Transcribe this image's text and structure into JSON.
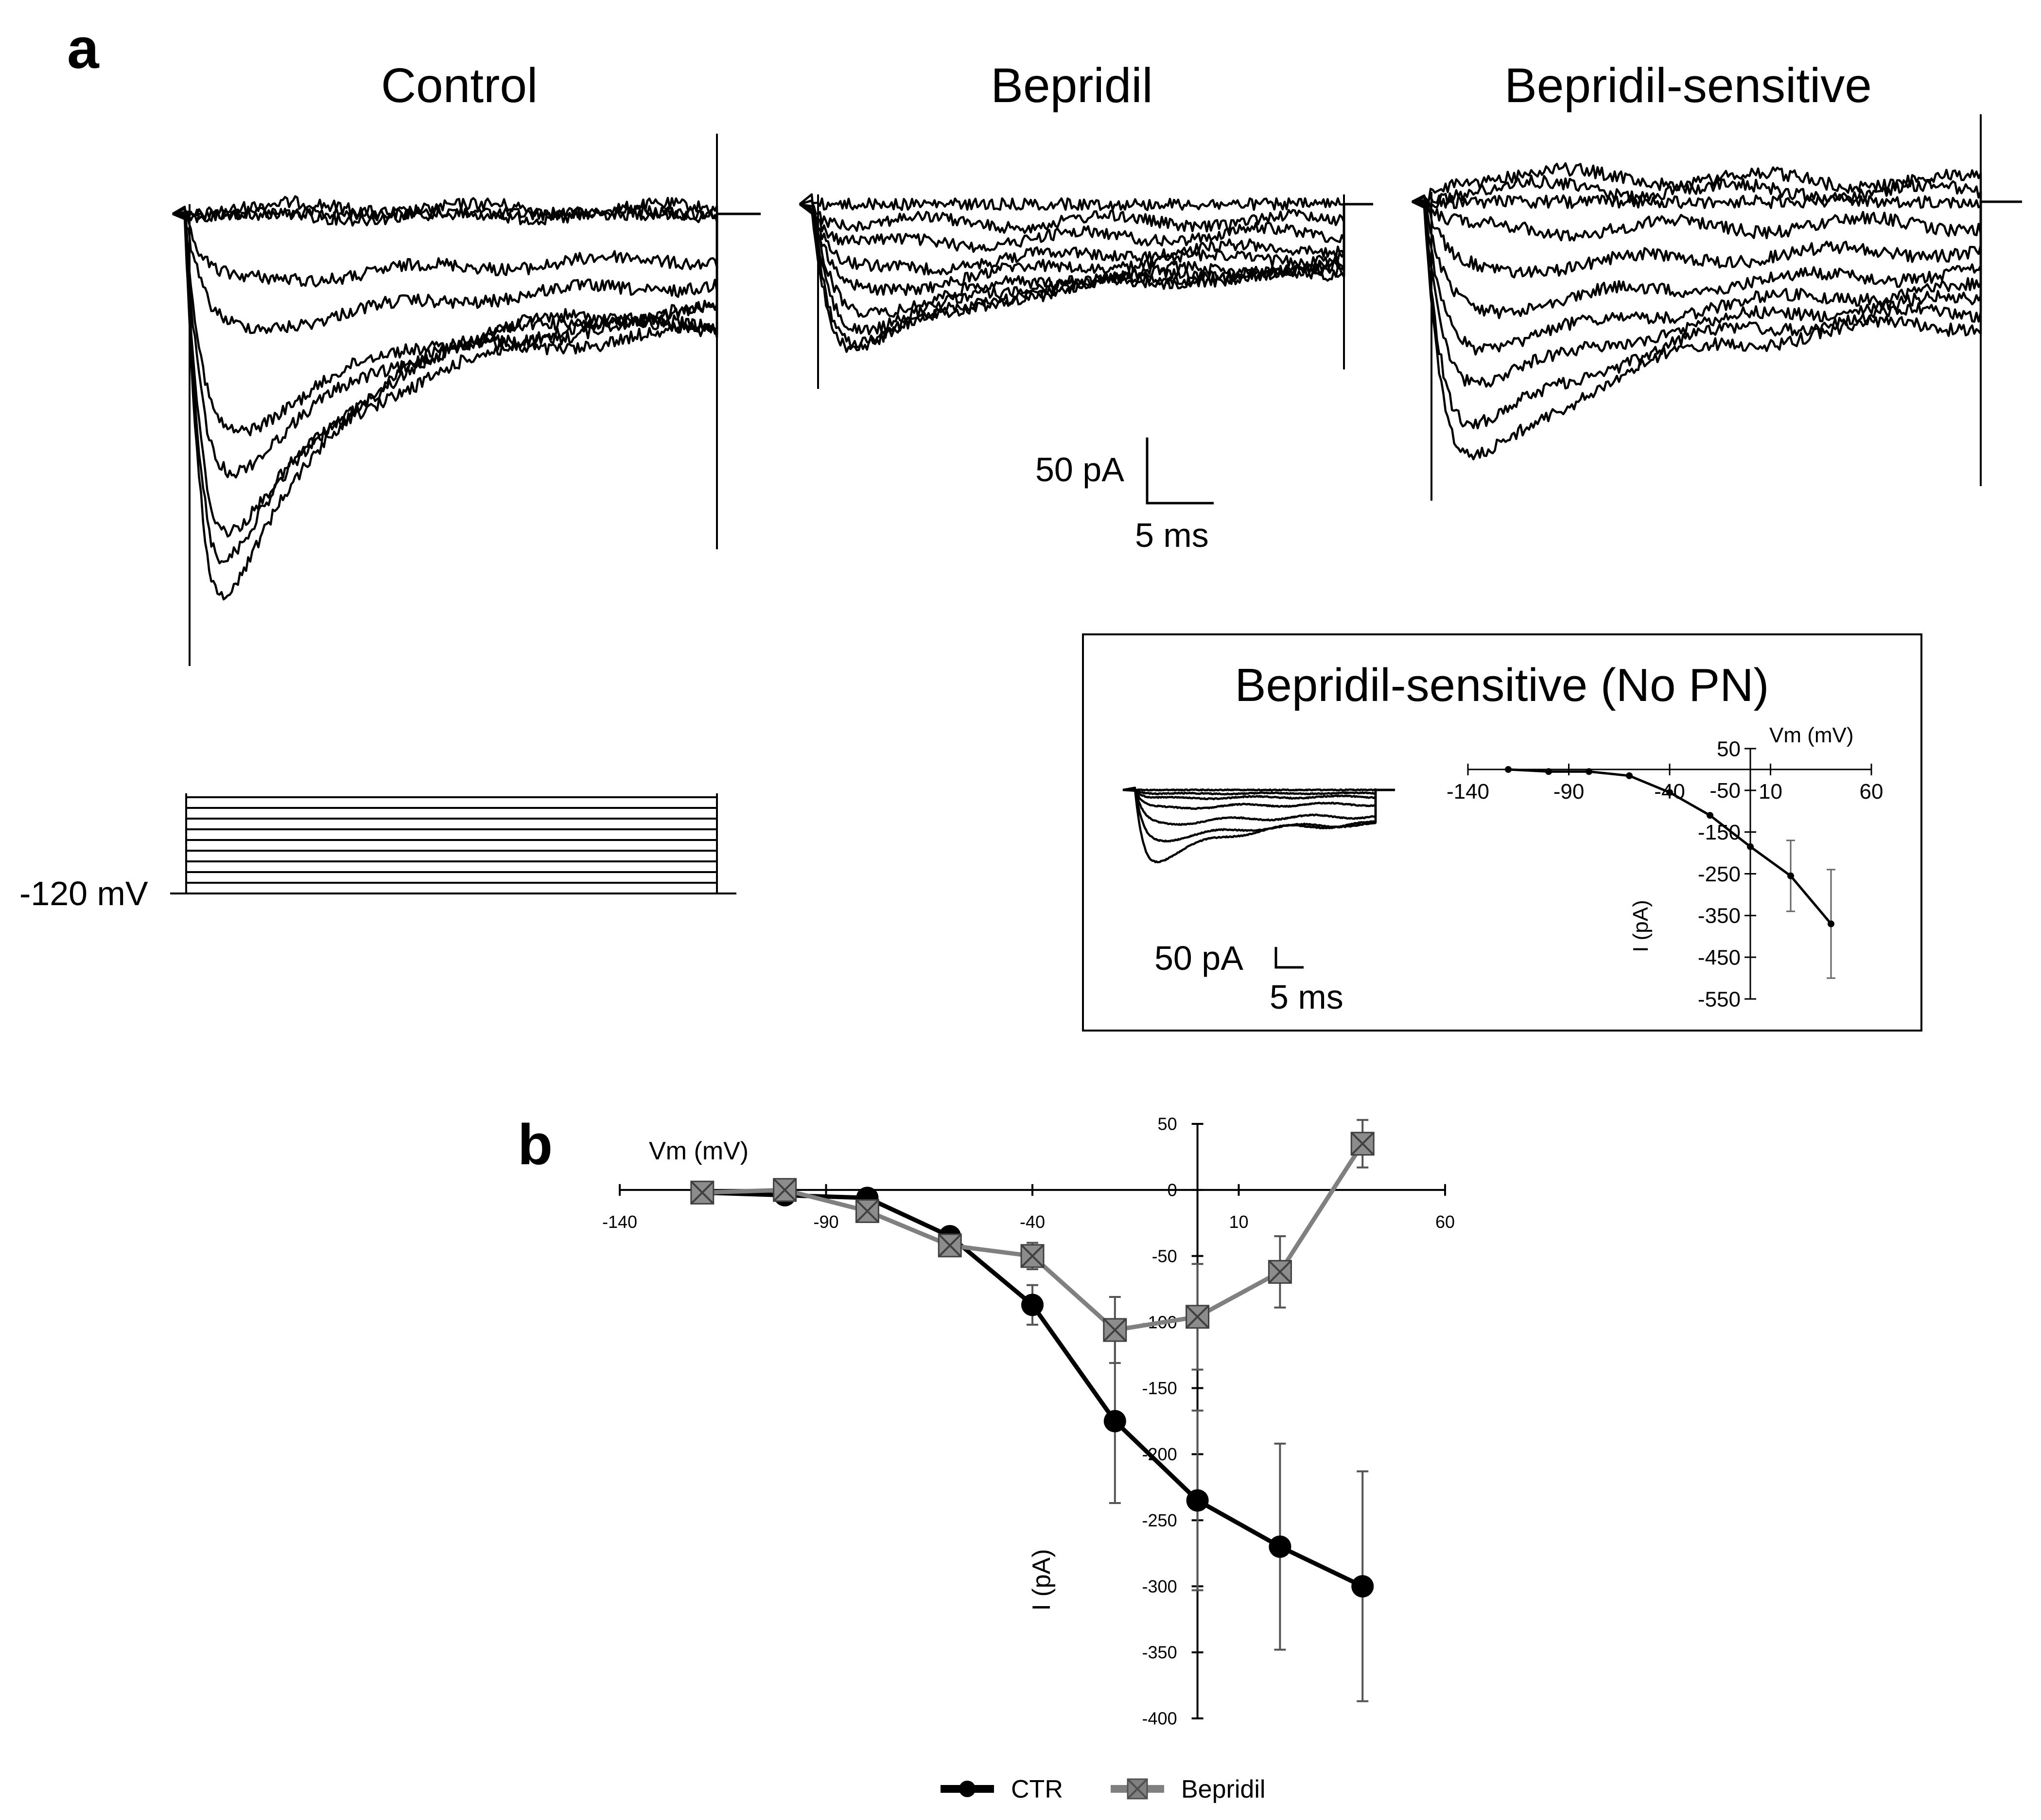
{
  "figure": {
    "panel_a_letter": "a",
    "panel_b_letter": "b",
    "panel_titles": [
      "Control",
      "Bepridil",
      "Bepridil-sensitive"
    ],
    "protocol_label": "-120 mV",
    "scale_bar": {
      "current_label": "50 pA",
      "time_label": "5 ms"
    },
    "inset": {
      "title": "Bepridil-sensitive (No PN)",
      "scale_bar": {
        "current_label": "50 pA",
        "time_label": "5 ms"
      }
    }
  },
  "chart_data": [
    {
      "type": "line",
      "panel": "a-inset",
      "title": "Bepridil-sensitive (No PN)",
      "xlabel": "Vm (mV)",
      "ylabel": "I (pA)",
      "xlim": [
        -140,
        60
      ],
      "ylim": [
        -550,
        50
      ],
      "x_ticks": [
        -140,
        -90,
        -40,
        10,
        60
      ],
      "y_ticks": [
        50,
        -50,
        -150,
        -250,
        -350,
        -450,
        -550
      ],
      "x": [
        -120,
        -100,
        -80,
        -60,
        -40,
        -20,
        0,
        20,
        40
      ],
      "series": [
        {
          "values": [
            0,
            -5,
            -5,
            -15,
            -55,
            -110,
            -185,
            -255,
            -370
          ],
          "error": [
            0,
            0,
            0,
            0,
            0,
            0,
            0,
            85,
            130
          ],
          "color": "#000000"
        }
      ]
    },
    {
      "type": "line",
      "panel": "b",
      "xlabel": "Vm (mV)",
      "ylabel": "I (pA)",
      "xlim": [
        -140,
        60
      ],
      "ylim": [
        -400,
        50
      ],
      "x_ticks": [
        -140,
        -90,
        -40,
        10,
        60
      ],
      "y_ticks": [
        50,
        0,
        -50,
        -100,
        -150,
        -200,
        -250,
        -300,
        -350,
        -400
      ],
      "x": [
        -120,
        -100,
        -80,
        -60,
        -40,
        -20,
        0,
        20,
        40
      ],
      "series": [
        {
          "name": "CTR",
          "values": [
            -2,
            -4,
            -6,
            -35,
            -87,
            -175,
            -235,
            -270,
            -300
          ],
          "error": [
            2,
            3,
            4,
            6,
            15,
            62,
            68,
            78,
            87
          ],
          "color": "#000000",
          "marker": "circle"
        },
        {
          "name": "Bepridil",
          "values": [
            -2,
            0,
            -16,
            -42,
            -50,
            -106,
            -96,
            -62,
            35
          ],
          "error": [
            3,
            3,
            5,
            8,
            10,
            25,
            40,
            27,
            18
          ],
          "color": "#808080",
          "marker": "x-square"
        }
      ],
      "legend": {
        "position": "bottom-center",
        "entries": [
          "CTR",
          "Bepridil"
        ]
      }
    }
  ]
}
